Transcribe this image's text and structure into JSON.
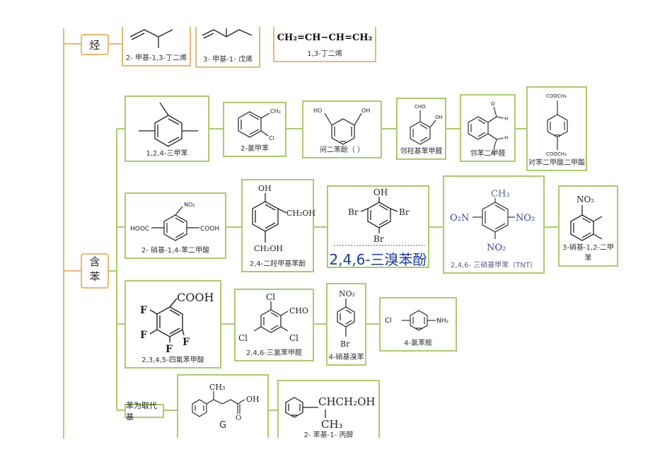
{
  "tree": {
    "hydrocarbon_label": "烃",
    "benzene_label": "含苯",
    "substituent_label": "苯为取代基"
  },
  "boxes": {
    "b1": {
      "caption": "2- 甲基-1,3-丁二烯"
    },
    "b2": {
      "caption": "3- 甲基-1- 戊烯"
    },
    "b3": {
      "formula": "CH₂=CH−CH=CH₂",
      "caption": "1,3-丁二烯"
    },
    "r1": [
      {
        "caption": "1,2,4-三甲苯"
      },
      {
        "caption": "2-氯甲苯",
        "labels": [
          "CH₃",
          "Cl"
        ]
      },
      {
        "caption": "间二苯酚（  ）",
        "labels": [
          "HO",
          "OH"
        ]
      },
      {
        "caption": "邻羟基苯甲醛",
        "labels": [
          "CHO",
          "OH"
        ]
      },
      {
        "caption": "邻苯二甲醛",
        "labels": [
          "O",
          "H",
          "O",
          "H"
        ]
      },
      {
        "caption": "对苯二甲酸二甲酯",
        "labels": [
          "COOCH₃",
          "COOCH₃"
        ]
      }
    ],
    "r2": [
      {
        "caption": "2- 硝基-1,4-苯二甲酸",
        "labels": [
          "NO₂",
          "HOOC",
          "COOH"
        ]
      },
      {
        "caption": "2,4-二羟甲基苯酚",
        "labels": [
          "OH",
          "CH₂OH",
          "CH₂OH"
        ]
      },
      {
        "caption": "2,4,6-三溴苯酚",
        "labels": [
          "OH",
          "Br",
          "Br",
          "Br"
        ]
      },
      {
        "caption": "2,4,6- 三硝基甲苯（TNT）",
        "labels": [
          "CH₃",
          "O₂N",
          "NO₂",
          "NO₂"
        ]
      },
      {
        "caption": "3-硝基-1,2-二甲苯",
        "labels": [
          "NO₂"
        ]
      }
    ],
    "r3": [
      {
        "caption": "2,3,4,5-四氟苯甲酸",
        "labels": [
          "COOH",
          "F",
          "F",
          "F",
          "F"
        ]
      },
      {
        "caption": "2,4,6-三氯苯甲醛",
        "labels": [
          "Cl",
          "CHO",
          "Cl",
          "Cl"
        ]
      },
      {
        "caption": "4-硝基溴苯",
        "labels": [
          "NO₂",
          "Br"
        ]
      },
      {
        "caption": "4-氯苯胺",
        "labels": [
          "Cl",
          "NH₂"
        ]
      }
    ],
    "r4": [
      {
        "caption": "G",
        "labels": [
          "CH₃",
          "OH",
          "O"
        ]
      },
      {
        "caption": "2- 苯基-1- 丙醇",
        "labels": [
          "CHCH₂OH",
          "CH₃"
        ]
      }
    ]
  },
  "colors": {
    "tree_line": "#e9b96e",
    "box_border": "#a9cc6a",
    "blue_text": "#1d3aa0"
  }
}
